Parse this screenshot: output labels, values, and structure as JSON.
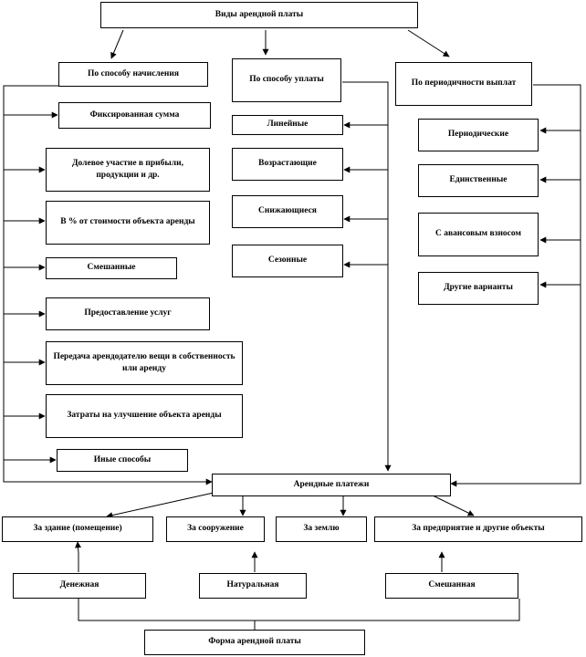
{
  "diagram": {
    "title": "Виды арендной платы",
    "groups": {
      "method": {
        "heading": "По способу начисления",
        "items": [
          "Фиксированная сумма",
          "Долевое участие в прибыли, продукции и др.",
          "В % от стоимости объекта аренды",
          "Смешанные",
          "Предоставление услуг",
          "Передача арендодателю вещи в собственность или аренду",
          "Затраты на улучшение объекта аренды",
          "Иные способы"
        ]
      },
      "payment": {
        "heading": "По способу уплаты",
        "items": [
          "Линейные",
          "Возрастающие",
          "Снижающиеся",
          "Сезонные"
        ]
      },
      "frequency": {
        "heading": "По периодичности выплат",
        "items": [
          "Периодические",
          "Единственные",
          "С авансовым взносом",
          "Другие варианты"
        ]
      }
    },
    "payments": {
      "heading": "Арендные платежи",
      "targets": [
        "За здание (помещение)",
        "За сооружение",
        "За землю",
        "За предприятие и другие объекты"
      ]
    },
    "form": {
      "heading": "Форма арендной платы",
      "options": [
        "Денежная",
        "Натуральная",
        "Смешанная"
      ]
    }
  }
}
